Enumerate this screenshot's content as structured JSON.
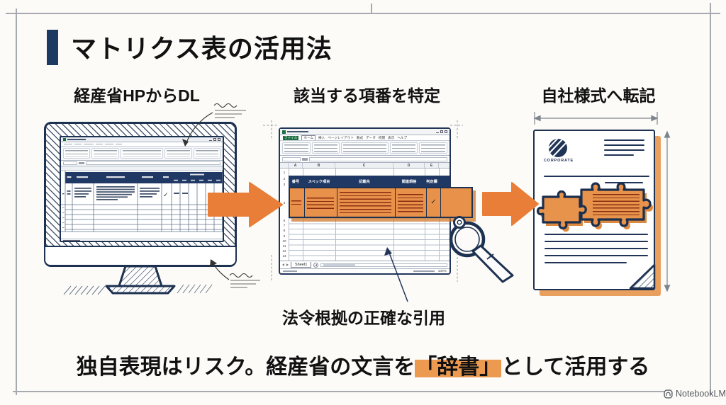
{
  "colors": {
    "navy": "#1d3150",
    "orange_arrow": "#e8813c",
    "row_highlight": "#e8914a",
    "text_highlight": "#eb9a50",
    "header_band": "#1f3864"
  },
  "title": {
    "text": "マトリクス表の活用法"
  },
  "steps": {
    "step1": "経産省HPからDL",
    "step2": "該当する項番を特定",
    "step3": "自社様式へ転記"
  },
  "caption": "法令根拠の正確な引用",
  "headline": {
    "pre": "独自表現はリスク。経産省の文言を",
    "highlight": "「辞書」",
    "post": "として活用する"
  },
  "footer": {
    "brand": "NotebookLM"
  },
  "spreadsheet": {
    "menu_tabs": [
      "ファイル",
      "ホーム",
      "挿入",
      "ページレイアウト",
      "数式",
      "データ",
      "校閲",
      "表示",
      "ヘルプ"
    ],
    "columns": [
      "A",
      "B",
      "C",
      "D",
      "E"
    ],
    "row_numbers": [
      "1",
      "2",
      "3",
      "4",
      "6",
      "7",
      "8",
      "9",
      "10",
      "11",
      "12",
      "13"
    ],
    "headers": [
      "番号",
      "スペック項目",
      "記載先",
      "関連規格",
      "判定欄"
    ],
    "checkmark": "✓",
    "sheet_tab": "Sheet1",
    "zoom_level": "100%"
  },
  "mini_spreadsheet": {
    "checkmark": "✓"
  },
  "document": {
    "logo_label": "CORPORATE"
  }
}
